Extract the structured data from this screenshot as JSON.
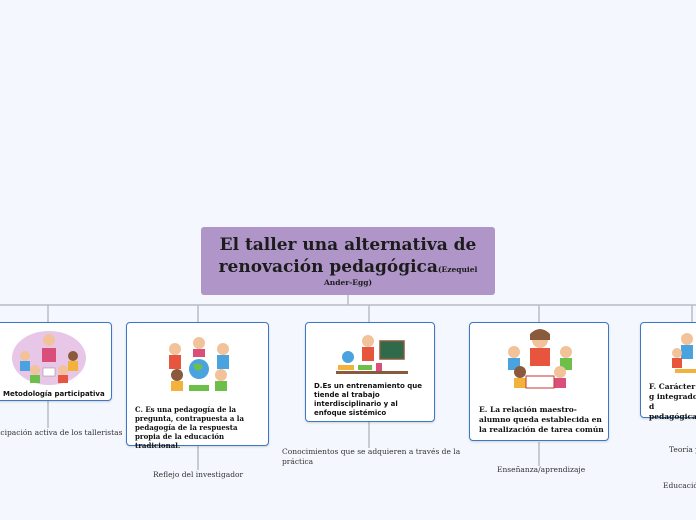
{
  "central": {
    "title_line1": "El taller una alternativa de",
    "title_line2": "renovación pedagógica",
    "author_inline": "(Ezequiel",
    "author_line2": "Ander-Egg)"
  },
  "cards": {
    "b": {
      "label": "Metodología participativa",
      "icon": "children-reading-illustration"
    },
    "c": {
      "label": "C. Es una pedagogía de la pregunta, contrapuesta a la pedagogía de la respuesta propia de la educación tradicional.",
      "icon": "kids-with-globe-illustration"
    },
    "d": {
      "label": "D.Es un entrenamiento que tiende al trabajo interdisciplinario y al enfoque sistémico",
      "icon": "boy-with-chalkboard-illustration"
    },
    "e": {
      "label": "E. La relación maestro- alumno queda establecida en la realización de tarea común",
      "icon": "teacher-with-children-illustration"
    },
    "f": {
      "label": "F. Carácter g integrador d pedagógica",
      "icon": "children-illustration"
    }
  },
  "subtopics": {
    "b1": "icipación activa de los talleristas",
    "c1": "Reflejo del investigador",
    "d1_line1": "Conocimientos que se adquieren a través de la",
    "d1_line2": "práctica",
    "e1": "Enseñanza/aprendizaje",
    "f1": "Teoría y",
    "f2": "Educació"
  },
  "colors": {
    "background": "#f4f7fd",
    "central_fill": "#b096c8",
    "card_border": "#3a78c8",
    "connector": "#b8bcc4"
  }
}
